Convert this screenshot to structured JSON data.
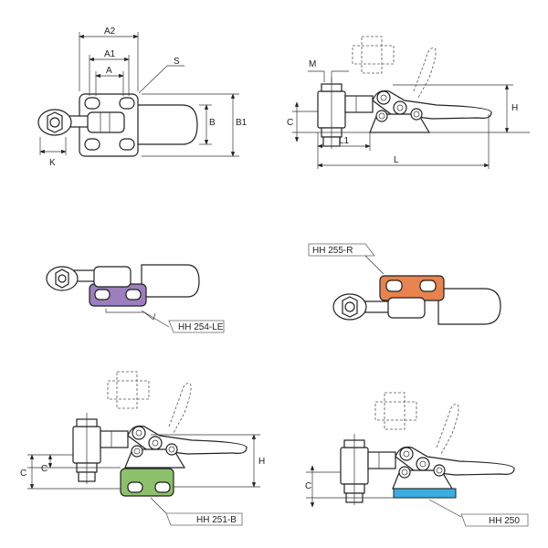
{
  "colors": {
    "hh254": "#9b7fbf",
    "hh255": "#e8834f",
    "hh251": "#8cc06a",
    "hh250": "#3aaee0"
  },
  "top_view": {
    "A2": "A2",
    "A1": "A1",
    "A": "A",
    "S": "S",
    "B": "B",
    "B1": "B1",
    "K": "K"
  },
  "side_view": {
    "M": "M",
    "C": "C",
    "L1": "L1",
    "L": "L",
    "H": "H"
  },
  "variants": {
    "hh254": "HH 254-LE",
    "hh255": "HH 255-R",
    "hh251": {
      "label": "HH 251-B",
      "C1": "C",
      "C2": "C",
      "H": "H"
    },
    "hh250": {
      "label": "HH 250",
      "C": "C"
    }
  }
}
